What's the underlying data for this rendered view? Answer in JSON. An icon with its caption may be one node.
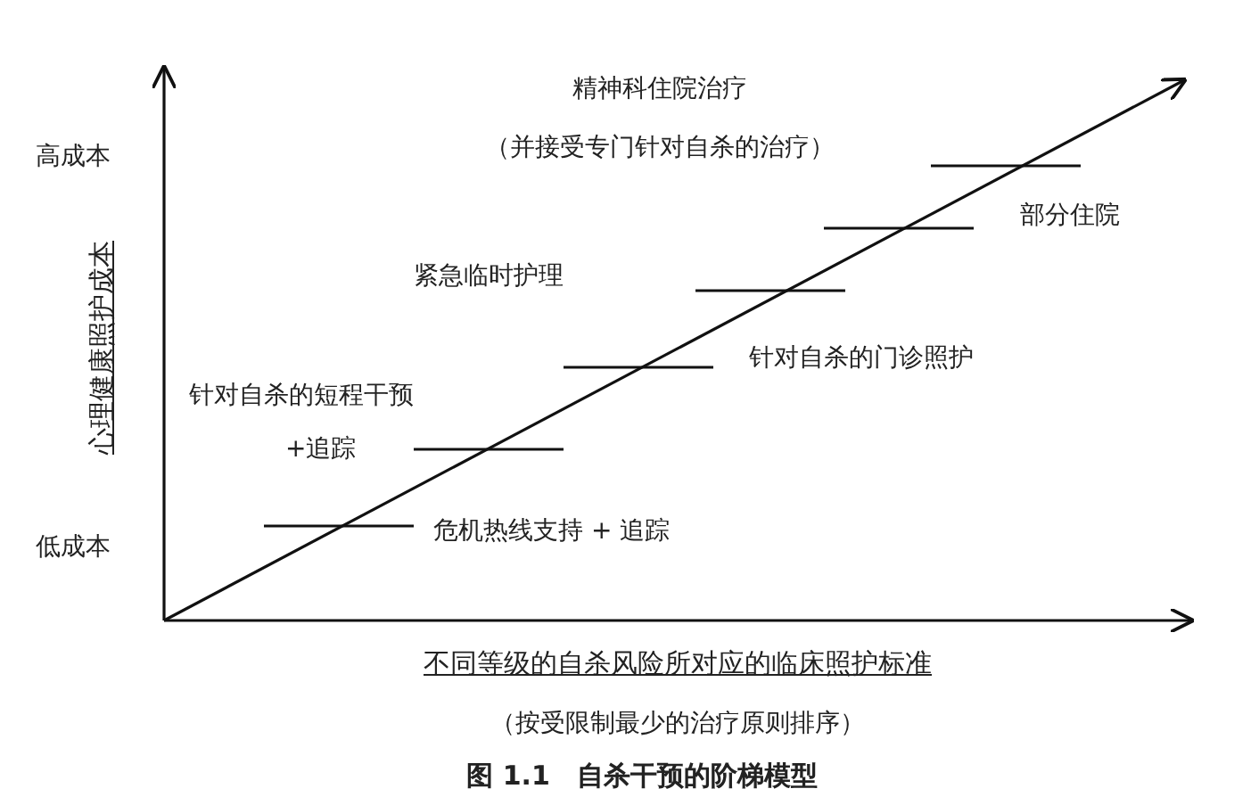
{
  "diagram": {
    "caption": "图 1.1　自杀干预的阶梯模型",
    "labels": [
      "精神科住院治疗",
      "（并接受专门针对自杀的治疗）",
      "高成本",
      "部分住院",
      "紧急临时护理",
      "针对自杀的门诊照护",
      "针对自杀的短程干预",
      "+追踪",
      "心理健康照护成本",
      "危机热线支持 + 追踪",
      "低成本",
      "不同等级的自杀风险所对应的临床照护标准",
      "（按受限制最少的治疗原则排序）"
    ]
  }
}
